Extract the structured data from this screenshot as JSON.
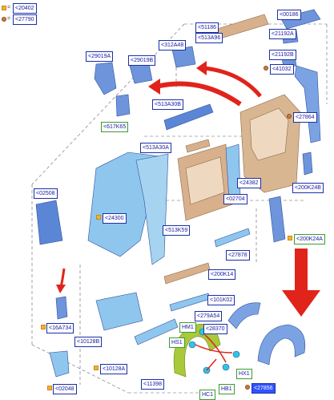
{
  "legend": {
    "square_code": "<20402",
    "dot_code": "<27790",
    "equals": "="
  },
  "labels": {
    "p00186": "<00186",
    "p51186": "<51186",
    "p513A96": "<513A96",
    "p21192A": "<21192A",
    "p312A48": "<312A48",
    "p29019A": "<29019A",
    "p29019B": "<29019B",
    "p21192B": "<21192B",
    "p41032": "<41032",
    "p513A30B": "<513A30B",
    "p27864": "<27864",
    "p617K65": "<617K65",
    "p513A30A": "<513A30A",
    "p200K24B": "<200K24B",
    "p24382": "<24382",
    "p02508": "<02508",
    "p02704": "<02704",
    "p24300": "<24300",
    "p513K59": "<513K59",
    "p200K24A": "<200K24A",
    "p27878": "<27878",
    "p200K14": "<200K14",
    "p101K02": "<101K02",
    "p16A734": "<16A734",
    "p279A54": "<279A54",
    "pHM1": "HM1",
    "p28370": "<28370",
    "p10128B": "<10128B",
    "pHS1": "HS1",
    "p10128A": "<10128A",
    "pHX1": "HX1",
    "p11398": "<11398",
    "pHC1": "HC1",
    "pHB1": "HB1",
    "p27856": "<27856",
    "p02048": "<02048"
  },
  "colors": {
    "part_blue": "#5b86d6",
    "part_light": "#8fc6ee",
    "part_tan": "#d8b08c",
    "part_green": "#a9c83a",
    "arrow_red": "#e0241b",
    "label_border": "#1a2fa8",
    "label_green_border": "#3a9b2f",
    "selected_bg": "#2f54ff"
  },
  "icons": {
    "square_marker": "orange-square-icon",
    "dot_marker": "brown-dot-icon"
  }
}
